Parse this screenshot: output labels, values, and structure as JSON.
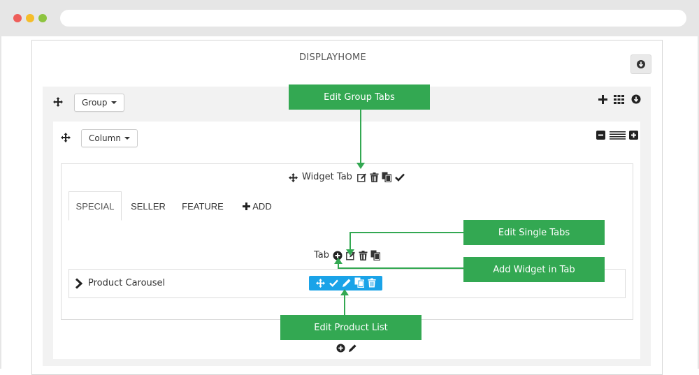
{
  "hook": {
    "title": "DISPLAYHOME"
  },
  "group": {
    "dropdown_label": "Group"
  },
  "column": {
    "dropdown_label": "Column"
  },
  "widget": {
    "title": "Widget Tab"
  },
  "tabs": [
    {
      "label": "SPECIAL",
      "active": true
    },
    {
      "label": "SELLER",
      "active": false
    },
    {
      "label": "FEATURE",
      "active": false
    }
  ],
  "add_tab_label": "ADD",
  "tab_row": {
    "label": "Tab"
  },
  "carousel": {
    "label": "Product Carousel"
  },
  "callouts": {
    "edit_group_tabs": "Edit Group Tabs",
    "edit_single_tabs": "Edit Single Tabs",
    "add_widget_in_tab": "Add Widget in Tab",
    "edit_product_list": "Edit Product List"
  },
  "colors": {
    "callout_green": "#33a852",
    "toolbar_blue": "#1aa3e8",
    "chrome_gray": "#e6e6e6"
  }
}
